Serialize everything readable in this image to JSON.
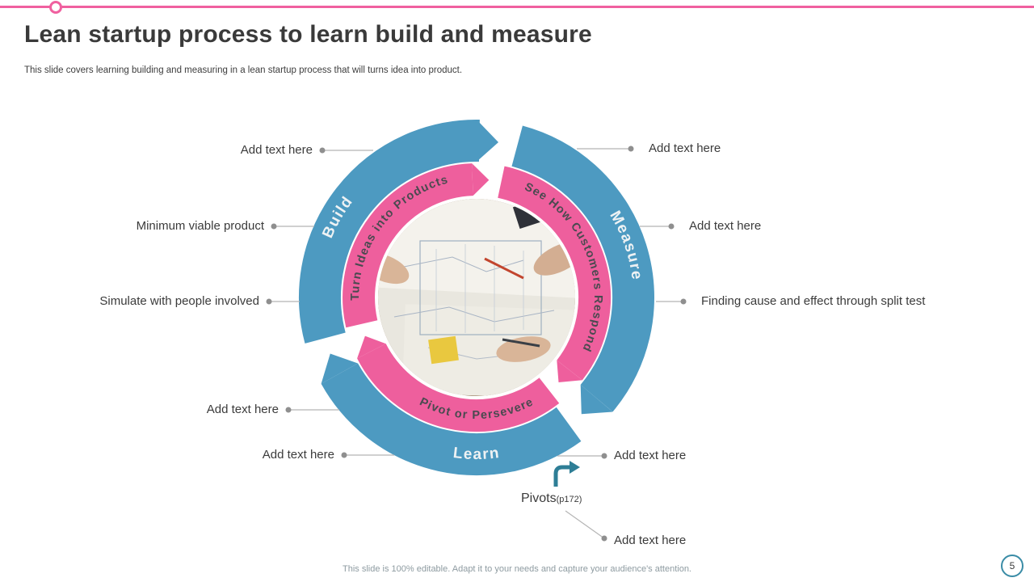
{
  "slide": {
    "title": "Lean startup process to learn build and measure",
    "subtitle": "This slide covers learning building and measuring in a lean startup process that will turns idea into product.",
    "footer": "This slide is 100% editable. Adapt it to your needs and capture your audience's attention.",
    "page_number": "5"
  },
  "diagram": {
    "outer_labels": {
      "build": "Build",
      "measure": "Measure",
      "learn": "Learn"
    },
    "inner_labels": {
      "turn_ideas": "Turn Ideas into Products",
      "see_how": "See How Customers Respond",
      "pivot": "Pivot or Persevere"
    },
    "colors": {
      "outer_ring": "#4d9ac1",
      "inner_ring": "#ee5f9d",
      "accent_line": "#f0609f",
      "arrow_teal": "#2e7e96",
      "page_badge_border": "#3a8ca6"
    }
  },
  "callouts": {
    "left": [
      "Add text here",
      "Minimum viable product",
      "Simulate with people involved",
      "Add text here",
      "Add text here"
    ],
    "right": [
      "Add text here",
      "Add text here",
      "Finding cause and effect through split test",
      "Add text here",
      "Add text here"
    ],
    "pivots_label": "Pivots",
    "pivots_ref": "(p172)"
  }
}
